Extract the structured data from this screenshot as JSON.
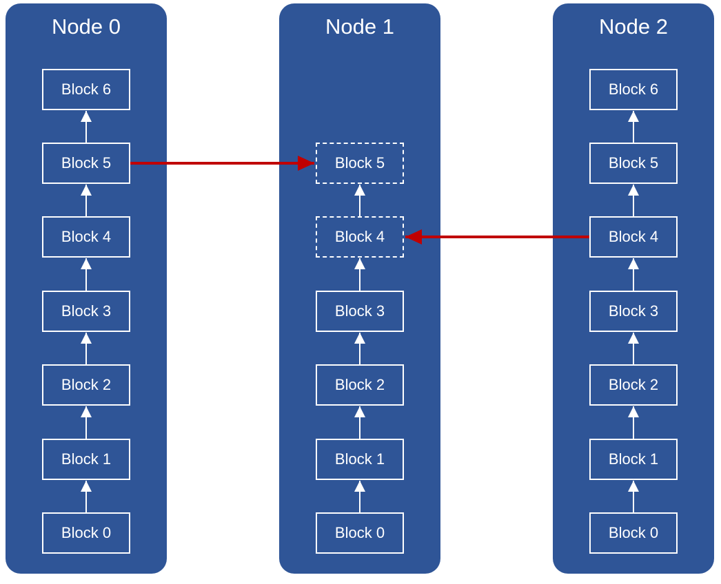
{
  "diagram": {
    "nodes": [
      {
        "title": "Node 0",
        "blocks": [
          {
            "label": "Block 6",
            "slot": 6,
            "pending": false
          },
          {
            "label": "Block 5",
            "slot": 5,
            "pending": false
          },
          {
            "label": "Block 4",
            "slot": 4,
            "pending": false
          },
          {
            "label": "Block 3",
            "slot": 3,
            "pending": false
          },
          {
            "label": "Block 2",
            "slot": 2,
            "pending": false
          },
          {
            "label": "Block 1",
            "slot": 1,
            "pending": false
          },
          {
            "label": "Block 0",
            "slot": 0,
            "pending": false
          }
        ]
      },
      {
        "title": "Node 1",
        "blocks": [
          {
            "label": "Block 5",
            "slot": 5,
            "pending": true
          },
          {
            "label": "Block 4",
            "slot": 4,
            "pending": true
          },
          {
            "label": "Block 3",
            "slot": 3,
            "pending": false
          },
          {
            "label": "Block 2",
            "slot": 2,
            "pending": false
          },
          {
            "label": "Block 1",
            "slot": 1,
            "pending": false
          },
          {
            "label": "Block 0",
            "slot": 0,
            "pending": false
          }
        ]
      },
      {
        "title": "Node 2",
        "blocks": [
          {
            "label": "Block 6",
            "slot": 6,
            "pending": false
          },
          {
            "label": "Block 5",
            "slot": 5,
            "pending": false
          },
          {
            "label": "Block 4",
            "slot": 4,
            "pending": false
          },
          {
            "label": "Block 3",
            "slot": 3,
            "pending": false
          },
          {
            "label": "Block 2",
            "slot": 2,
            "pending": false
          },
          {
            "label": "Block 1",
            "slot": 1,
            "pending": false
          },
          {
            "label": "Block 0",
            "slot": 0,
            "pending": false
          }
        ]
      }
    ],
    "transfers": [
      {
        "from_node": 0,
        "to_node": 1,
        "slot": 5
      },
      {
        "from_node": 2,
        "to_node": 1,
        "slot": 4
      }
    ],
    "colors": {
      "node_fill": "#2f5597",
      "block_border": "#ffffff",
      "chain_arrow": "#ffffff",
      "transfer_arrow": "#c00000"
    }
  }
}
